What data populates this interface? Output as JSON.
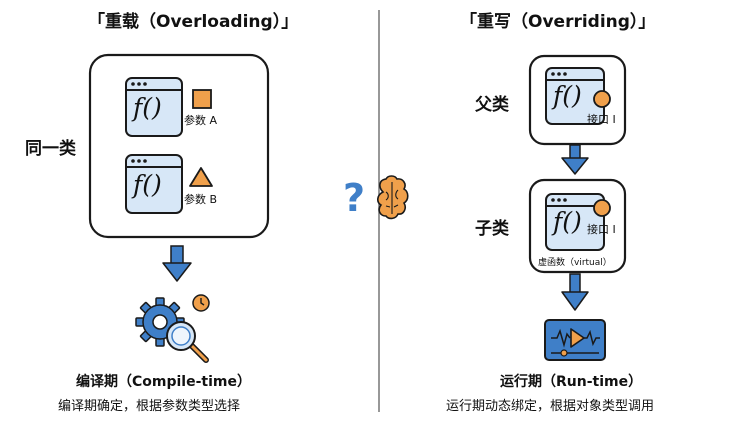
{
  "left": {
    "title": "「重载（Overloading）」",
    "class_label": "同一类",
    "param_a": "参数 A",
    "param_b": "参数 B",
    "function_symbol": "f()",
    "phase_title": "编译期（Compile-time）",
    "phase_desc": "编译期确定，根据参数类型选择"
  },
  "right": {
    "title": "「重写（Overriding）」",
    "parent_label": "父类",
    "child_label": "子类",
    "interface_label": "接口 I",
    "virtual_label": "虚函数（virtual）",
    "function_symbol": "f()",
    "phase_title": "运行期（Run-time）",
    "phase_desc": "运行期动态绑定，根据对象类型调用"
  },
  "center": {
    "icon": "question-brain-icon",
    "symbol": "?"
  },
  "colors": {
    "blue": "#3f7fc8",
    "light_blue": "#d7e7f7",
    "orange": "#f0a04b",
    "dark": "#1a1a1a"
  }
}
